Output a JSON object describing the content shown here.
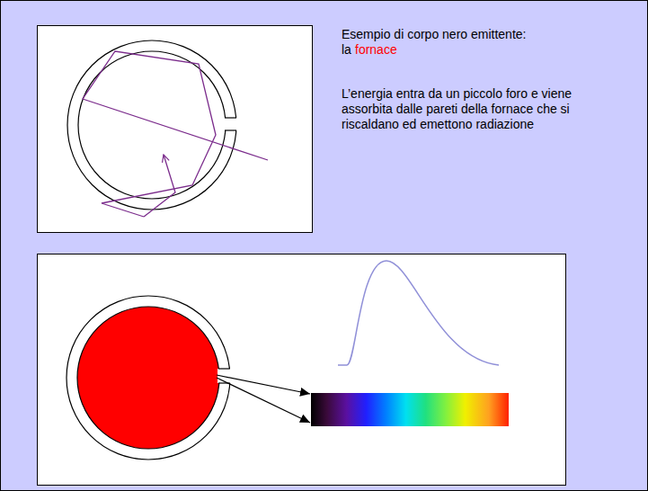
{
  "diagram": {
    "labels": [
      "Esempio di corpo nero emittente:",
      "la",
      "fornace",
      "L’energia entra da un piccolo foro e viene assorbita dalle pareti della fornace che si riscaldano ed emettono radiazione"
    ]
  }
}
